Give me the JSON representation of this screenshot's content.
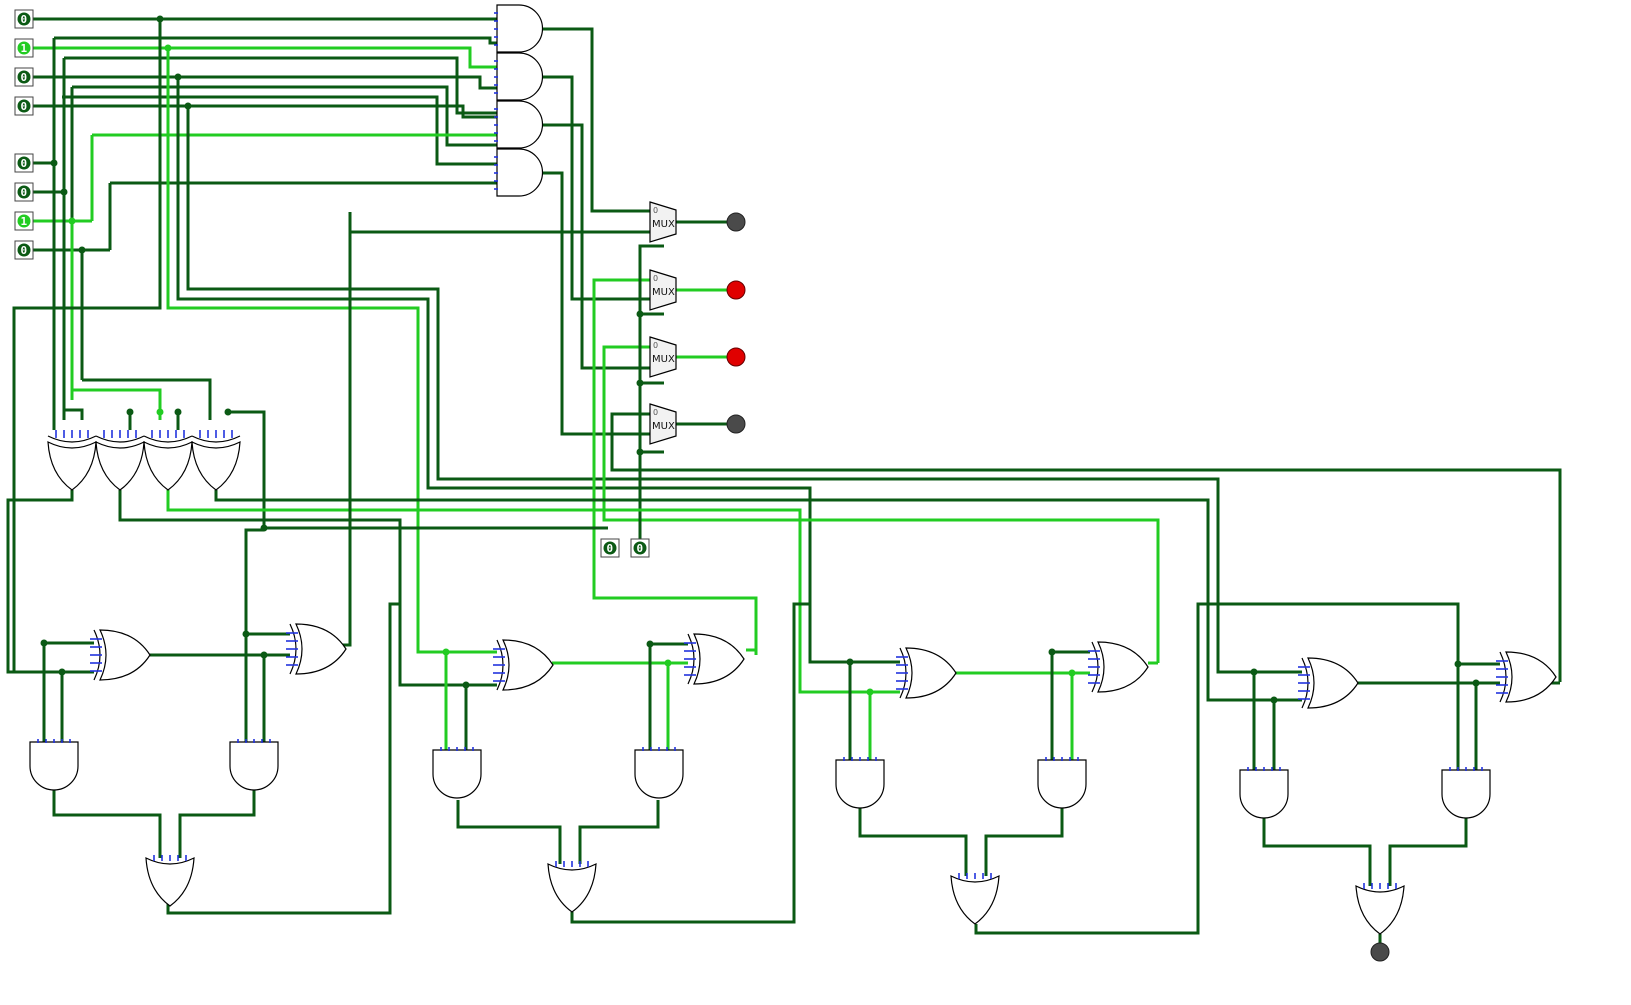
{
  "canvas": {
    "background": "#ffffff"
  },
  "colors": {
    "wire_low": "#0b5a14",
    "wire_high": "#22cc22",
    "led_off": "#4a4a4a",
    "led_on": "#e00000",
    "pin_stub": "#2233dd"
  },
  "inputs_top": [
    "0",
    "1",
    "0",
    "0"
  ],
  "inputs_mid": [
    "0",
    "0",
    "1",
    "0"
  ],
  "inputs_bottom": [
    "0",
    "0"
  ],
  "mux": {
    "label": "MUX",
    "select_label": "0"
  },
  "outputs": [
    "off",
    "on",
    "on",
    "off"
  ],
  "final_output": "off",
  "icons": [
    "input-pin-icon",
    "and-gate-icon",
    "or-gate-icon",
    "xor-gate-icon",
    "mux-icon",
    "led-icon"
  ]
}
